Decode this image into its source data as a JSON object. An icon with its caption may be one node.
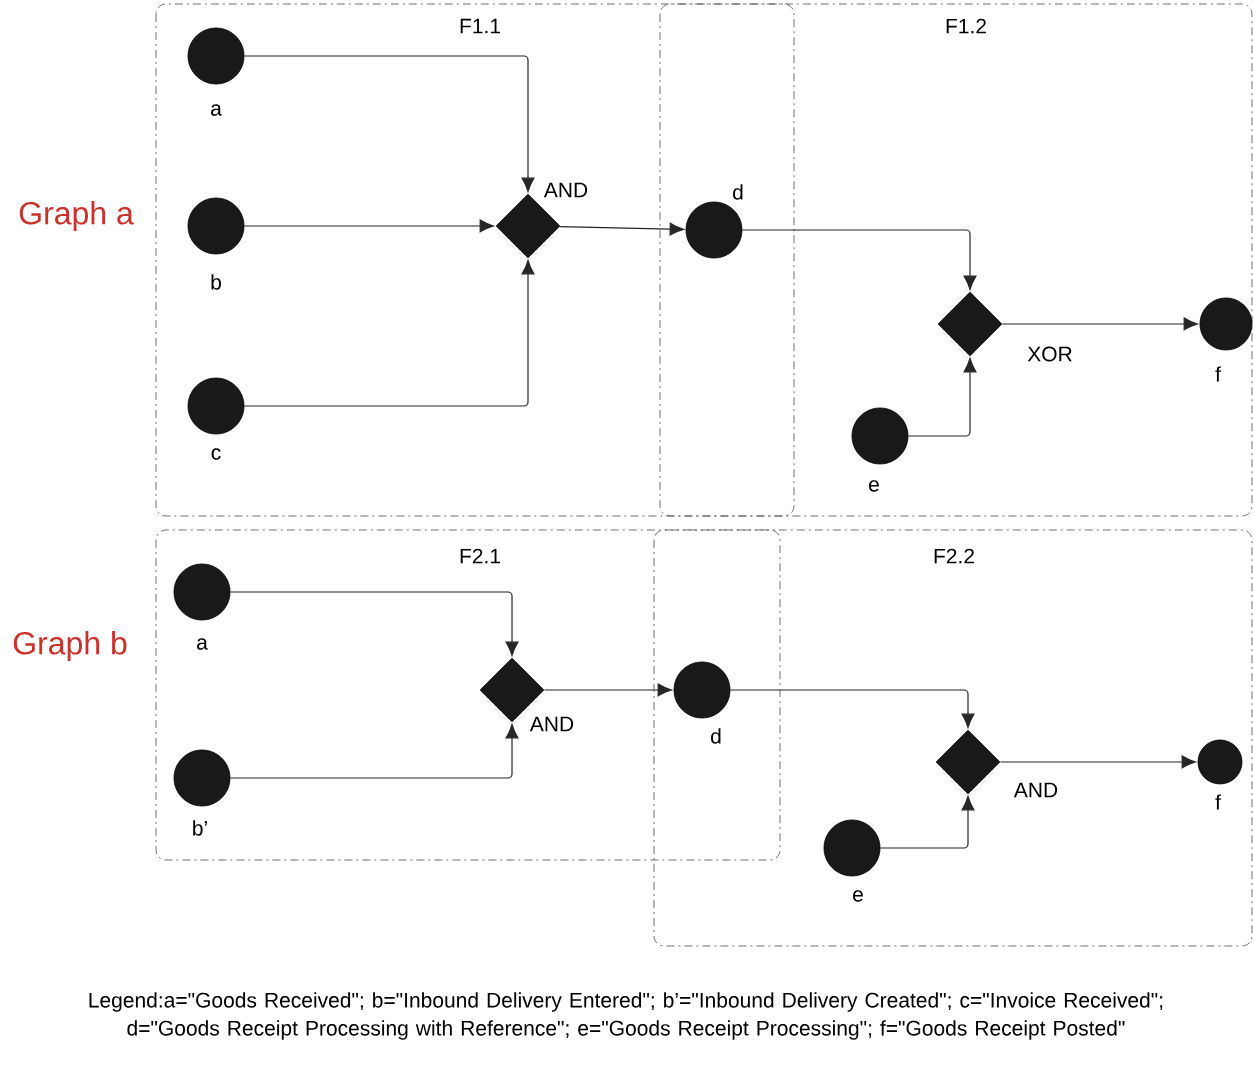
{
  "diagram": {
    "caption": "Legend:a=\"Goods Received\"; b=\"Inbound Delivery Entered\"; b’=\"Inbound Delivery Created\"; c=\"Invoice Received\"; d=\"Goods Receipt Processing with Reference\"; e=\"Goods Receipt Processing\"; f=\"Goods Receipt Posted\"",
    "nodes": [
      {
        "text": [
          "F1.1"
        ]
      },
      {
        "text": [
          "F1.2"
        ]
      },
      {
        "text": [],
        "shape": "circle",
        "beside": [
          "a"
        ],
        "in": 0
      },
      {
        "text": [],
        "shape": "circle",
        "beside": [
          "b"
        ],
        "in": 0
      },
      {
        "text": [],
        "shape": "circle",
        "beside": [
          "c"
        ],
        "in": 0
      },
      {
        "text": [],
        "shape": "diamond",
        "beside": [
          "AND"
        ],
        "in": 0
      },
      {
        "text": [],
        "shape": "circle",
        "beside": [
          "d"
        ]
      },
      {
        "text": [],
        "shape": "diamond",
        "beside": [
          "XOR"
        ],
        "in": 1
      },
      {
        "text": [],
        "shape": "circle",
        "beside": [
          "e"
        ],
        "in": 1
      },
      {
        "text": [],
        "shape": "circle",
        "beside": [
          "f"
        ],
        "in": 1
      },
      {
        "text": [
          "F2.1"
        ]
      },
      {
        "text": [
          "F2.2"
        ]
      },
      {
        "text": [],
        "shape": "circle",
        "beside": [
          "a"
        ],
        "in": 10
      },
      {
        "text": [],
        "shape": "circle",
        "beside": [
          "b’"
        ],
        "in": 10
      },
      {
        "text": [],
        "shape": "diamond",
        "beside": [
          "AND"
        ],
        "in": 10
      },
      {
        "text": [],
        "shape": "circle",
        "beside": [
          "d"
        ]
      },
      {
        "text": [],
        "shape": "circle",
        "beside": [
          "e"
        ],
        "in": 11
      },
      {
        "text": [],
        "shape": "diamond",
        "beside": [
          "AND"
        ],
        "in": 11
      },
      {
        "text": [],
        "shape": "circle",
        "beside": [
          "f"
        ],
        "in": 11
      }
    ],
    "edges": [
      {
        "from": 2,
        "to": 5,
        "arrow": "to"
      },
      {
        "from": 3,
        "to": 5,
        "arrow": "to"
      },
      {
        "from": 4,
        "to": 5,
        "arrow": "to"
      },
      {
        "from": 5,
        "to": 6,
        "arrow": "to"
      },
      {
        "from": 6,
        "to": 7,
        "arrow": "to"
      },
      {
        "from": 8,
        "to": 7,
        "arrow": "to"
      },
      {
        "from": 7,
        "to": 9,
        "arrow": "to"
      },
      {
        "from": 12,
        "to": 14,
        "arrow": "to"
      },
      {
        "from": 13,
        "to": 14,
        "arrow": "to"
      },
      {
        "from": 14,
        "to": 15,
        "arrow": "to"
      },
      {
        "from": 15,
        "to": 17,
        "arrow": "to"
      },
      {
        "from": 16,
        "to": 17,
        "arrow": "to"
      },
      {
        "from": 17,
        "to": 18,
        "arrow": "to"
      }
    ],
    "labels": [
      "Graph a",
      "Graph b"
    ]
  }
}
